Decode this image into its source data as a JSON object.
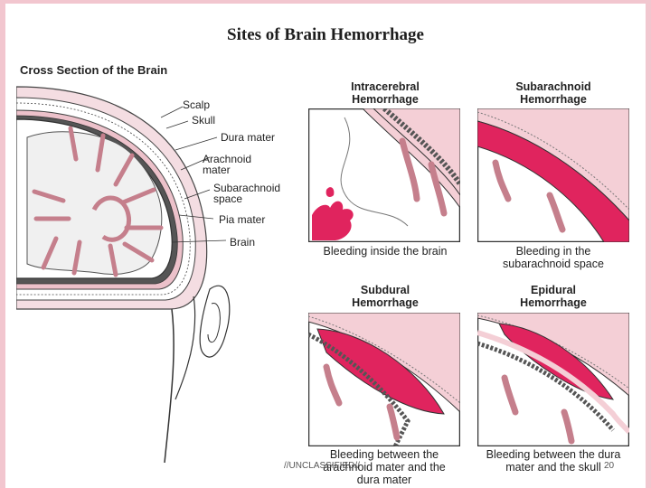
{
  "title": "Sites of Brain Hemorrhage",
  "cross_section": {
    "label": "Cross Section of the Brain",
    "labels": [
      "Scalp",
      "Skull",
      "Dura mater",
      "Arachnoid mater",
      "Subarachnoid space",
      "Pia mater",
      "Brain"
    ]
  },
  "panels": [
    {
      "title": "Intracerebral Hemorrhage",
      "caption": "Bleeding inside the brain"
    },
    {
      "title": "Subarachnoid Hemorrhage",
      "caption": "Bleeding in the subarachnoid space"
    },
    {
      "title": "Subdural Hemorrhage",
      "caption": "Bleeding between the arachnoid mater and the dura mater"
    },
    {
      "title": "Epidural Hemorrhage",
      "caption": "Bleeding between the dura mater and the skull"
    }
  ],
  "footer": "//UNCLASSIFIED//",
  "page_number": "20",
  "colors": {
    "blood": "#e0245e",
    "tissue": "#f4cfd6",
    "outline": "#333333",
    "background": "#f2c6cf"
  }
}
